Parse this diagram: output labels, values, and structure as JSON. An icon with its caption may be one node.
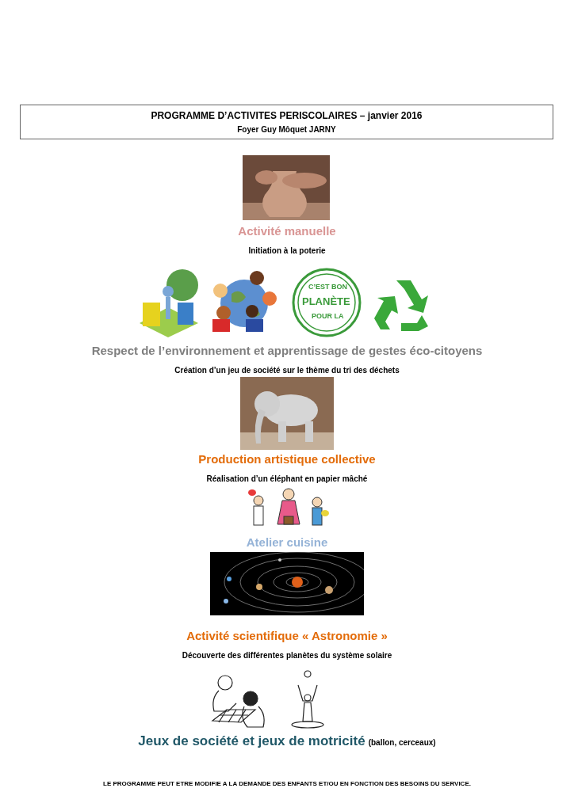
{
  "diagram": {
    "nodes": [
      {
        "text": [
          "PROGRAMME D’ACTIVITES PERISCOLAIRES – janvier 2016",
          "Foyer Guy Môquet JARNY"
        ]
      }
    ],
    "labels": [
      "Activité manuelle",
      "Initiation à la poterie",
      "C’EST BON",
      "PLANÈTE",
      "POUR LA",
      "Respect de l’environnement et apprentissage de gestes éco-citoyens",
      "Création d’un jeu de société sur le thème du tri des déchets",
      "Production artistique collective",
      "Réalisation d’un éléphant en papier mâché",
      "Atelier cuisine",
      "Activité scientifique « Astronomie »",
      "Découverte des différentes planètes du système solaire",
      "Jeux de société et jeux de motricité",
      "(ballon, cerceaux)",
      "LE PROGRAMME PEUT ETRE MODIFIE A LA DEMANDE DES ENFANTS ET/OU EN FONCTION DES BESOINS DU SERVICE."
    ]
  }
}
